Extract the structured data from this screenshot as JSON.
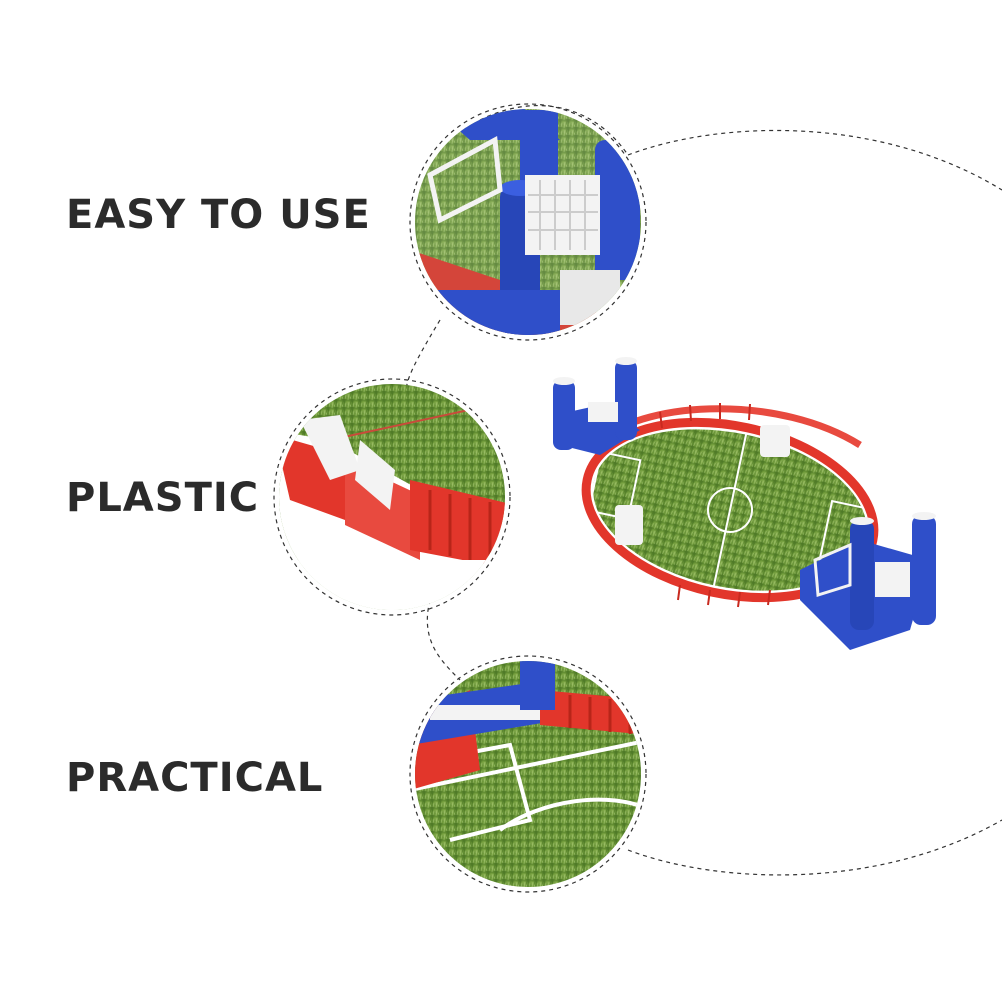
{
  "features": [
    {
      "label": "EASY TO USE",
      "photo": "goal-closeup-photo"
    },
    {
      "label": "PLASTIC",
      "photo": "plastic-rail-closeup-photo"
    },
    {
      "label": "PRACTICAL",
      "photo": "pitch-corner-closeup-photo"
    }
  ],
  "colors": {
    "background": "#ffffff",
    "text": "#2b2b2b",
    "dashed_outline": "#333333",
    "toy_blue": "#2f4fc9",
    "toy_red": "#e2362b",
    "toy_white": "#f3f3f3",
    "grass": "#6f9a3a"
  }
}
